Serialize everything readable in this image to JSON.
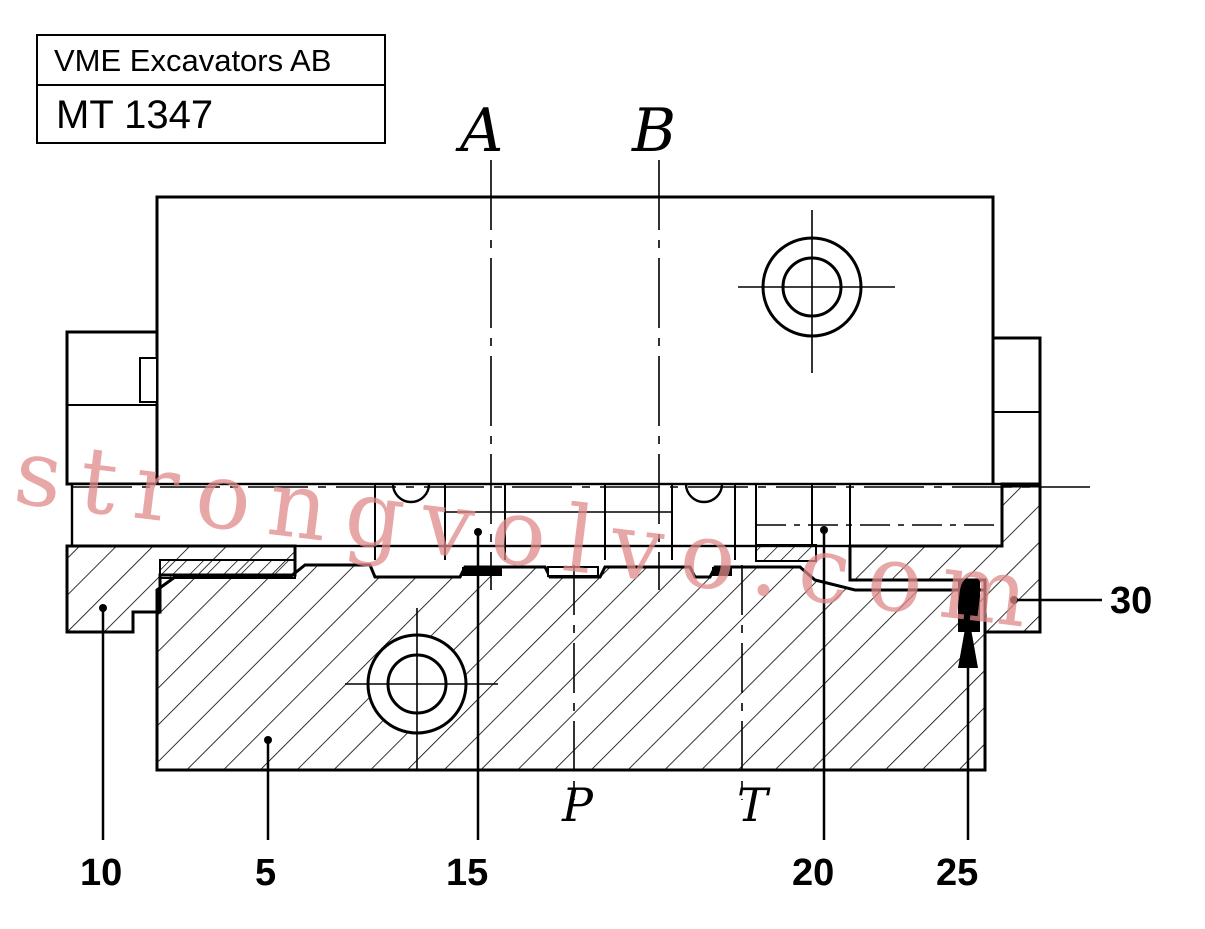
{
  "title_block": {
    "company": "VME Excavators AB",
    "drawing_number": "MT 1347"
  },
  "ports": {
    "a": "A",
    "b": "B",
    "p": "P",
    "t": "T"
  },
  "callouts": {
    "c10": "10",
    "c5": "5",
    "c15": "15",
    "c20": "20",
    "c25": "25",
    "c30": "30"
  },
  "watermark": "strongvolvo.com",
  "colors": {
    "ink": "#000000",
    "watermark": "#e08a8a"
  }
}
